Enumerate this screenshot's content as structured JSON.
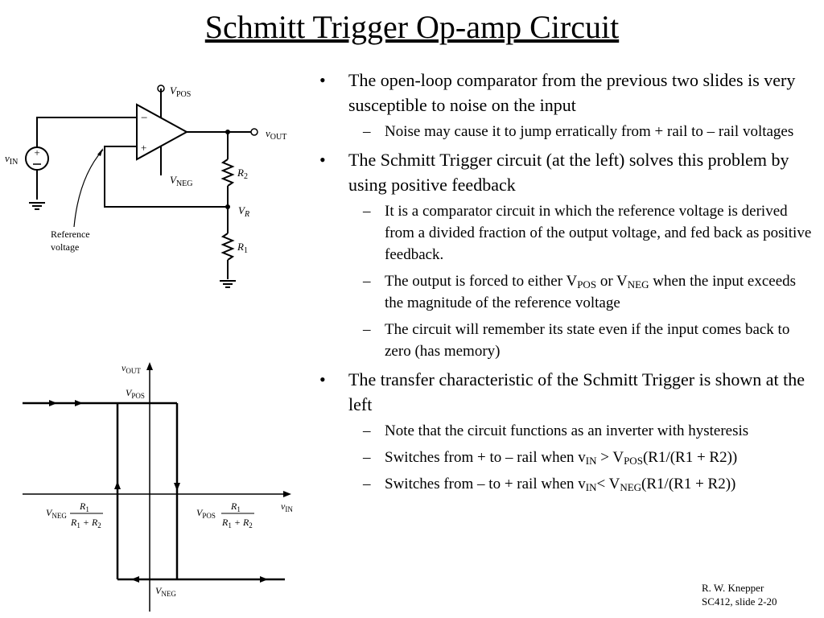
{
  "slide": {
    "title": "Schmitt Trigger Op-amp Circuit"
  },
  "circuit": {
    "vpos_label": "V",
    "vpos_sub": "POS",
    "vneg_label": "V",
    "vneg_sub": "NEG",
    "vout_label": "v",
    "vout_sub": "OUT",
    "vin_label": "v",
    "vin_sub": "IN",
    "r2_label": "R",
    "r2_sub": "2",
    "r1_label": "R",
    "r1_sub": "1",
    "vr_label": "V",
    "vr_sub": "R",
    "minus_sign": "−",
    "plus_sign": "+",
    "reference_label_line1": "Reference",
    "reference_label_line2": "voltage"
  },
  "transfer_plot": {
    "y_axis_label": "v",
    "y_axis_sub": "OUT",
    "x_axis_label": "v",
    "x_axis_sub": "IN",
    "vpos_level_label": "V",
    "vpos_level_sub": "POS",
    "vneg_level_label": "V",
    "vneg_level_sub": "NEG",
    "left_threshold_label": "V",
    "left_threshold_sub": "NEG",
    "right_threshold_label": "V",
    "right_threshold_sub": "POS",
    "fraction_numerator": "R",
    "fraction_numerator_sub": "1",
    "fraction_denominator": "R",
    "fraction_denominator_r1_sub": "1",
    "fraction_denominator_plus": " + R",
    "fraction_denominator_r2_sub": "2"
  },
  "bullets": {
    "b1": "The open-loop comparator from the previous two slides is very susceptible to noise on the input",
    "b1a": "Noise may cause it to jump erratically from + rail to – rail voltages",
    "b2": "The Schmitt Trigger circuit (at the left) solves this problem by using positive feedback",
    "b2a": "It is a comparator circuit in which the reference voltage is derived from a divided fraction of the output voltage, and fed back as positive feedback.",
    "b2b_pre": "The output is forced to either V",
    "b2b_sub1": "POS",
    "b2b_mid": " or V",
    "b2b_sub2": "NEG",
    "b2b_post": " when the input exceeds the magnitude of the reference voltage",
    "b2c": "The circuit will remember its state even if the input comes back to zero (has memory)",
    "b3": "The transfer characteristic of the Schmitt Trigger is shown at the left",
    "b3a": "Note that the circuit functions as an inverter with hysteresis",
    "b3b_pre": "Switches from + to – rail when v",
    "b3b_sub1": "IN",
    "b3b_mid": " > V",
    "b3b_sub2": "POS",
    "b3b_post": "(R1/(R1 + R2))",
    "b3c_pre": "Switches from – to + rail when v",
    "b3c_sub1": "IN",
    "b3c_mid": "< V",
    "b3c_sub2": "NEG",
    "b3c_post": "(R1/(R1 + R2))",
    "bullet_mark": "•",
    "dash_mark": "–"
  },
  "footer": {
    "author": "R. W. Knepper",
    "slide_ref": "SC412, slide 2-20"
  }
}
